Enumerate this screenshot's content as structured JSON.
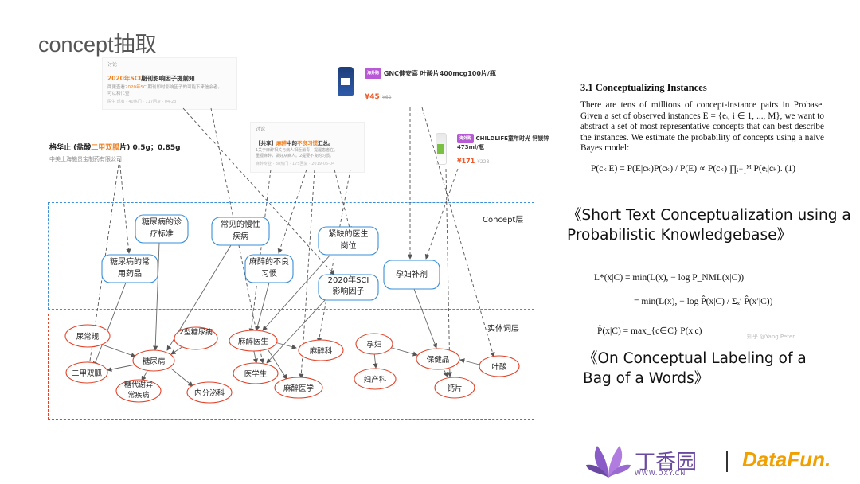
{
  "slide": {
    "title": "concept抽取"
  },
  "screens": {
    "article1": {
      "label": "讨论",
      "title_pre": "2020年",
      "title_hl": "SCI",
      "title_post": "期刊影响因子提前知",
      "body_pre": "两更查看",
      "body_hl1": "2020年SCI",
      "body_post": "期刊即时影响因子的可能下来信会者。",
      "body2": "可以和忙查",
      "meta": "医生 现有 · 40热门 · 117回复 · 04-23"
    },
    "article2": {
      "label": "讨论",
      "title_pre": "【共享】",
      "title_hl": "麻醉",
      "title_mid": "中的",
      "title_hl2": "不良习惯",
      "title_post": "汇总。",
      "body1": "1关于麻醉相关与病人相近消毒，提醒患者在。",
      "body2": "重视麻醉，做好从病人。2提要不良的习惯。",
      "meta": "麻醉专业 · 38热门 · 175回复 · 2019-06-04"
    },
    "drug": {
      "title_pre": "格华止 (盐酸",
      "title_hl": "二甲双胍",
      "title_post": "片) 0.5g；0.85g",
      "company": "中美上海施贵宝制药有限公司"
    },
    "product1": {
      "badge": "海外购",
      "name": "GNC健安喜 叶酸片400mcg100片/瓶",
      "price": "¥45",
      "old_price": "¥62"
    },
    "product2": {
      "badge": "海外购",
      "name": "CHILDLIFE童年时光 钙镁锌473ml/瓶",
      "price": "¥171",
      "old_price": "¥228"
    }
  },
  "graph": {
    "concept_layer_label": "Concept层",
    "entity_layer_label": "实体词层",
    "concepts": [
      {
        "id": "diag",
        "label": "糖尿病的诊疗标准"
      },
      {
        "id": "chronic",
        "label": "常见的慢性疾病"
      },
      {
        "id": "drugs",
        "label": "糖尿病的常用药品"
      },
      {
        "id": "bad",
        "label": "麻醉的不良习惯"
      },
      {
        "id": "short",
        "label": "紧缺的医生岗位"
      },
      {
        "id": "sci",
        "label": "2020年SCI影响因子"
      },
      {
        "id": "preg",
        "label": "孕妇补剂"
      }
    ],
    "entities": [
      {
        "id": "guide",
        "label": "尿常规"
      },
      {
        "id": "t2",
        "label": "2型糖尿病"
      },
      {
        "id": "dm",
        "label": "糖尿病"
      },
      {
        "id": "met",
        "label": "二甲双胍"
      },
      {
        "id": "metab",
        "label": "糖代谢异常疾病"
      },
      {
        "id": "endo",
        "label": "内分泌科"
      },
      {
        "id": "anes_doc",
        "label": "麻醉医生"
      },
      {
        "id": "anes_dept",
        "label": "麻醉科"
      },
      {
        "id": "medstu",
        "label": "医学生"
      },
      {
        "id": "anes_med",
        "label": "麻醉医学"
      },
      {
        "id": "pregnant",
        "label": "孕妇"
      },
      {
        "id": "obgyn",
        "label": "妇产科"
      },
      {
        "id": "health",
        "label": "保健品"
      },
      {
        "id": "folic",
        "label": "叶酸"
      },
      {
        "id": "calcium",
        "label": "钙片"
      }
    ]
  },
  "paper": {
    "section": "3.1   Conceptualizing Instances",
    "paragraph": "There are tens of millions of concept-instance pairs in Probase. Given a set of observed instances E = {eᵢ, i ∈ 1, ..., M}, we want to abstract a set of most representative concepts that can best describe the instances. We estimate the probability of concepts using a naive Bayes model:",
    "eq1": "P(cₖ|E) = P(E|cₖ)P(cₖ) / P(E)  ∝  P(cₖ) ∏ᵢ₌₁ᴹ P(eᵢ|cₖ).    (1)",
    "ref1": "《Short Text Conceptualization using a Probabilistic Knowledgebase》",
    "eq2a": "L*(x|C) = min(L(x), − log P_NML(x|C))",
    "eq2b": "= min(L(x), − log P̂(x|C) / Σₓ′ P̂(x′|C))",
    "eq2c": "P̂(x|C) = max_{c∈C} P(x|c)",
    "watermark": "知乎 @Yang Peter",
    "ref2": "《On Conceptual Labeling of a Bag of a Words》"
  },
  "brand": {
    "dxy_cn": "丁香园",
    "dxy_url": "WWW.DXY.CN",
    "datafun": "DataFun."
  },
  "colors": {
    "concept_border": "#3a8fd8",
    "entity_border": "#e2442a",
    "highlight": "#f08020",
    "price": "#f05a28",
    "dxy_purple": "#6a4aa0",
    "datafun_orange": "#f0a000"
  }
}
